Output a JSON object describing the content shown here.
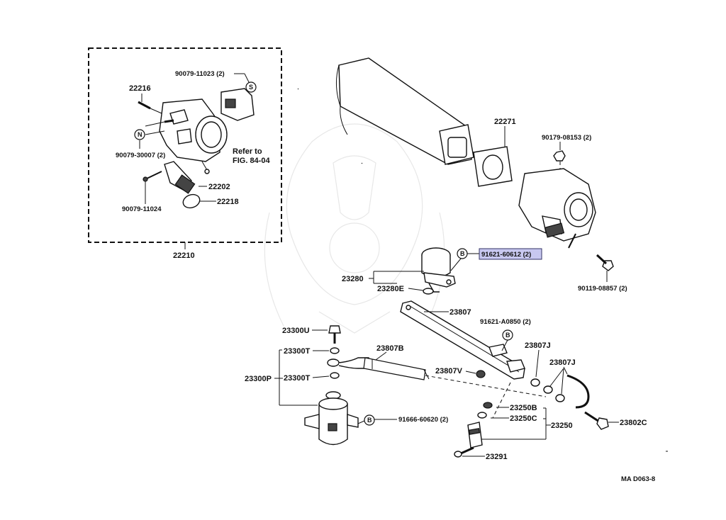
{
  "labels": {
    "p90079_11023": "90079-11023 (2)",
    "s_symbol": "S",
    "p22216": "22216",
    "n_symbol": "N",
    "p90079_30007": "90079-30007 (2)",
    "refer_line1": "Refer to",
    "refer_line2": "FIG. 84-04",
    "p22202": "22202",
    "p90079_11024": "90079-11024",
    "p22218": "22218",
    "p22210": "22210",
    "p22271": "22271",
    "p90179_08153": "90179-08153 (2)",
    "b_symbol": "B",
    "p91621_60612": "91621-60612 (2)",
    "p90119_08857": "90119-08857 (2)",
    "p23280": "23280",
    "p23280E": "23280E",
    "p23807": "23807",
    "p91621_A0850": "91621-A0850 (2)",
    "p23300U": "23300U",
    "p23300T_a": "23300T",
    "p23807B": "23807B",
    "p23807J_a": "23807J",
    "p23807J_b": "23807J",
    "p23300P": "23300P",
    "p23300T_b": "23300T",
    "p23807V": "23807V",
    "p23250B": "23250B",
    "p23250C": "23250C",
    "p23250": "23250",
    "p23802C": "23802C",
    "p91666_60620": "91666-60620 (2)",
    "p23291": "23291",
    "figure_code": "MA D063-8"
  },
  "highlight": {
    "part": "91621-60612 (2)",
    "color": "#c8c8f0",
    "border": "#333366"
  }
}
